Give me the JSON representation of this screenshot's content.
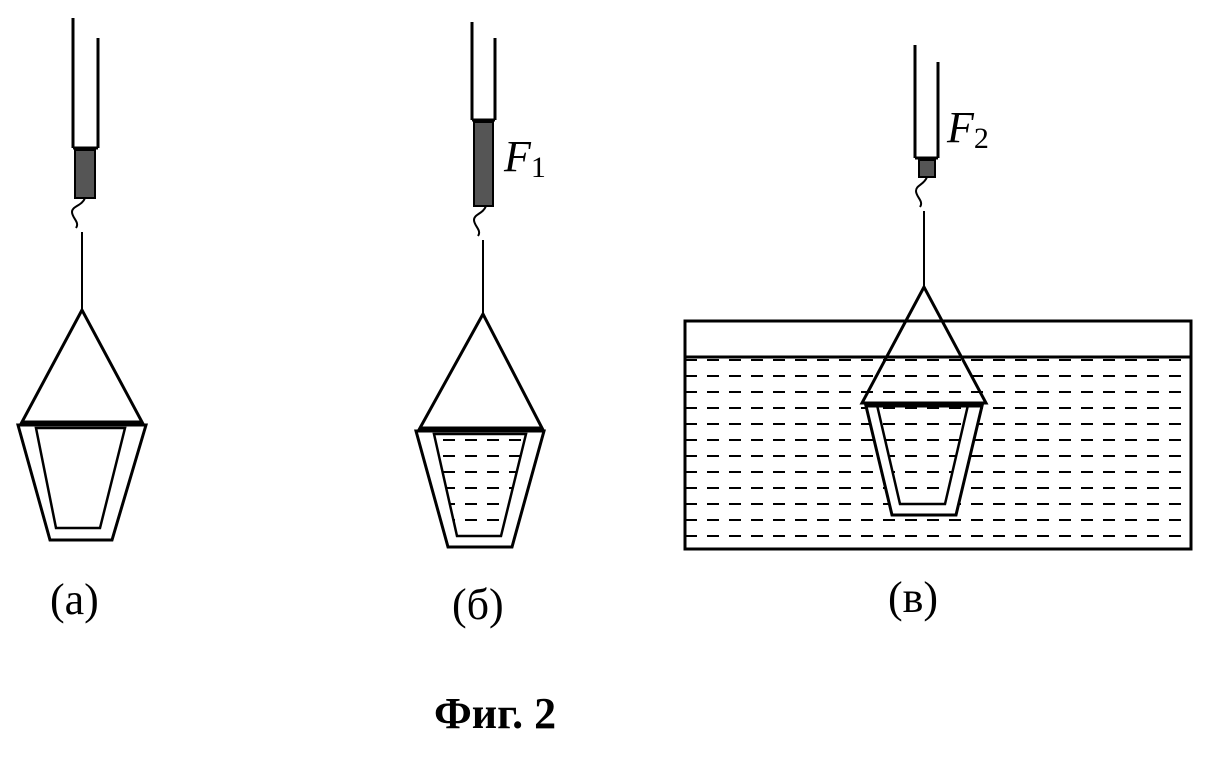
{
  "panels": [
    {
      "label": "(а)"
    },
    {
      "label": "(б)",
      "force": {
        "symbol": "F",
        "subscript": "1"
      }
    },
    {
      "label": "(в)",
      "force": {
        "symbol": "F",
        "subscript": "2"
      }
    }
  ],
  "caption": "Фиг. 2",
  "colors": {
    "line": "#000000",
    "dynamometer_core": "#555555",
    "background": "#ffffff"
  }
}
